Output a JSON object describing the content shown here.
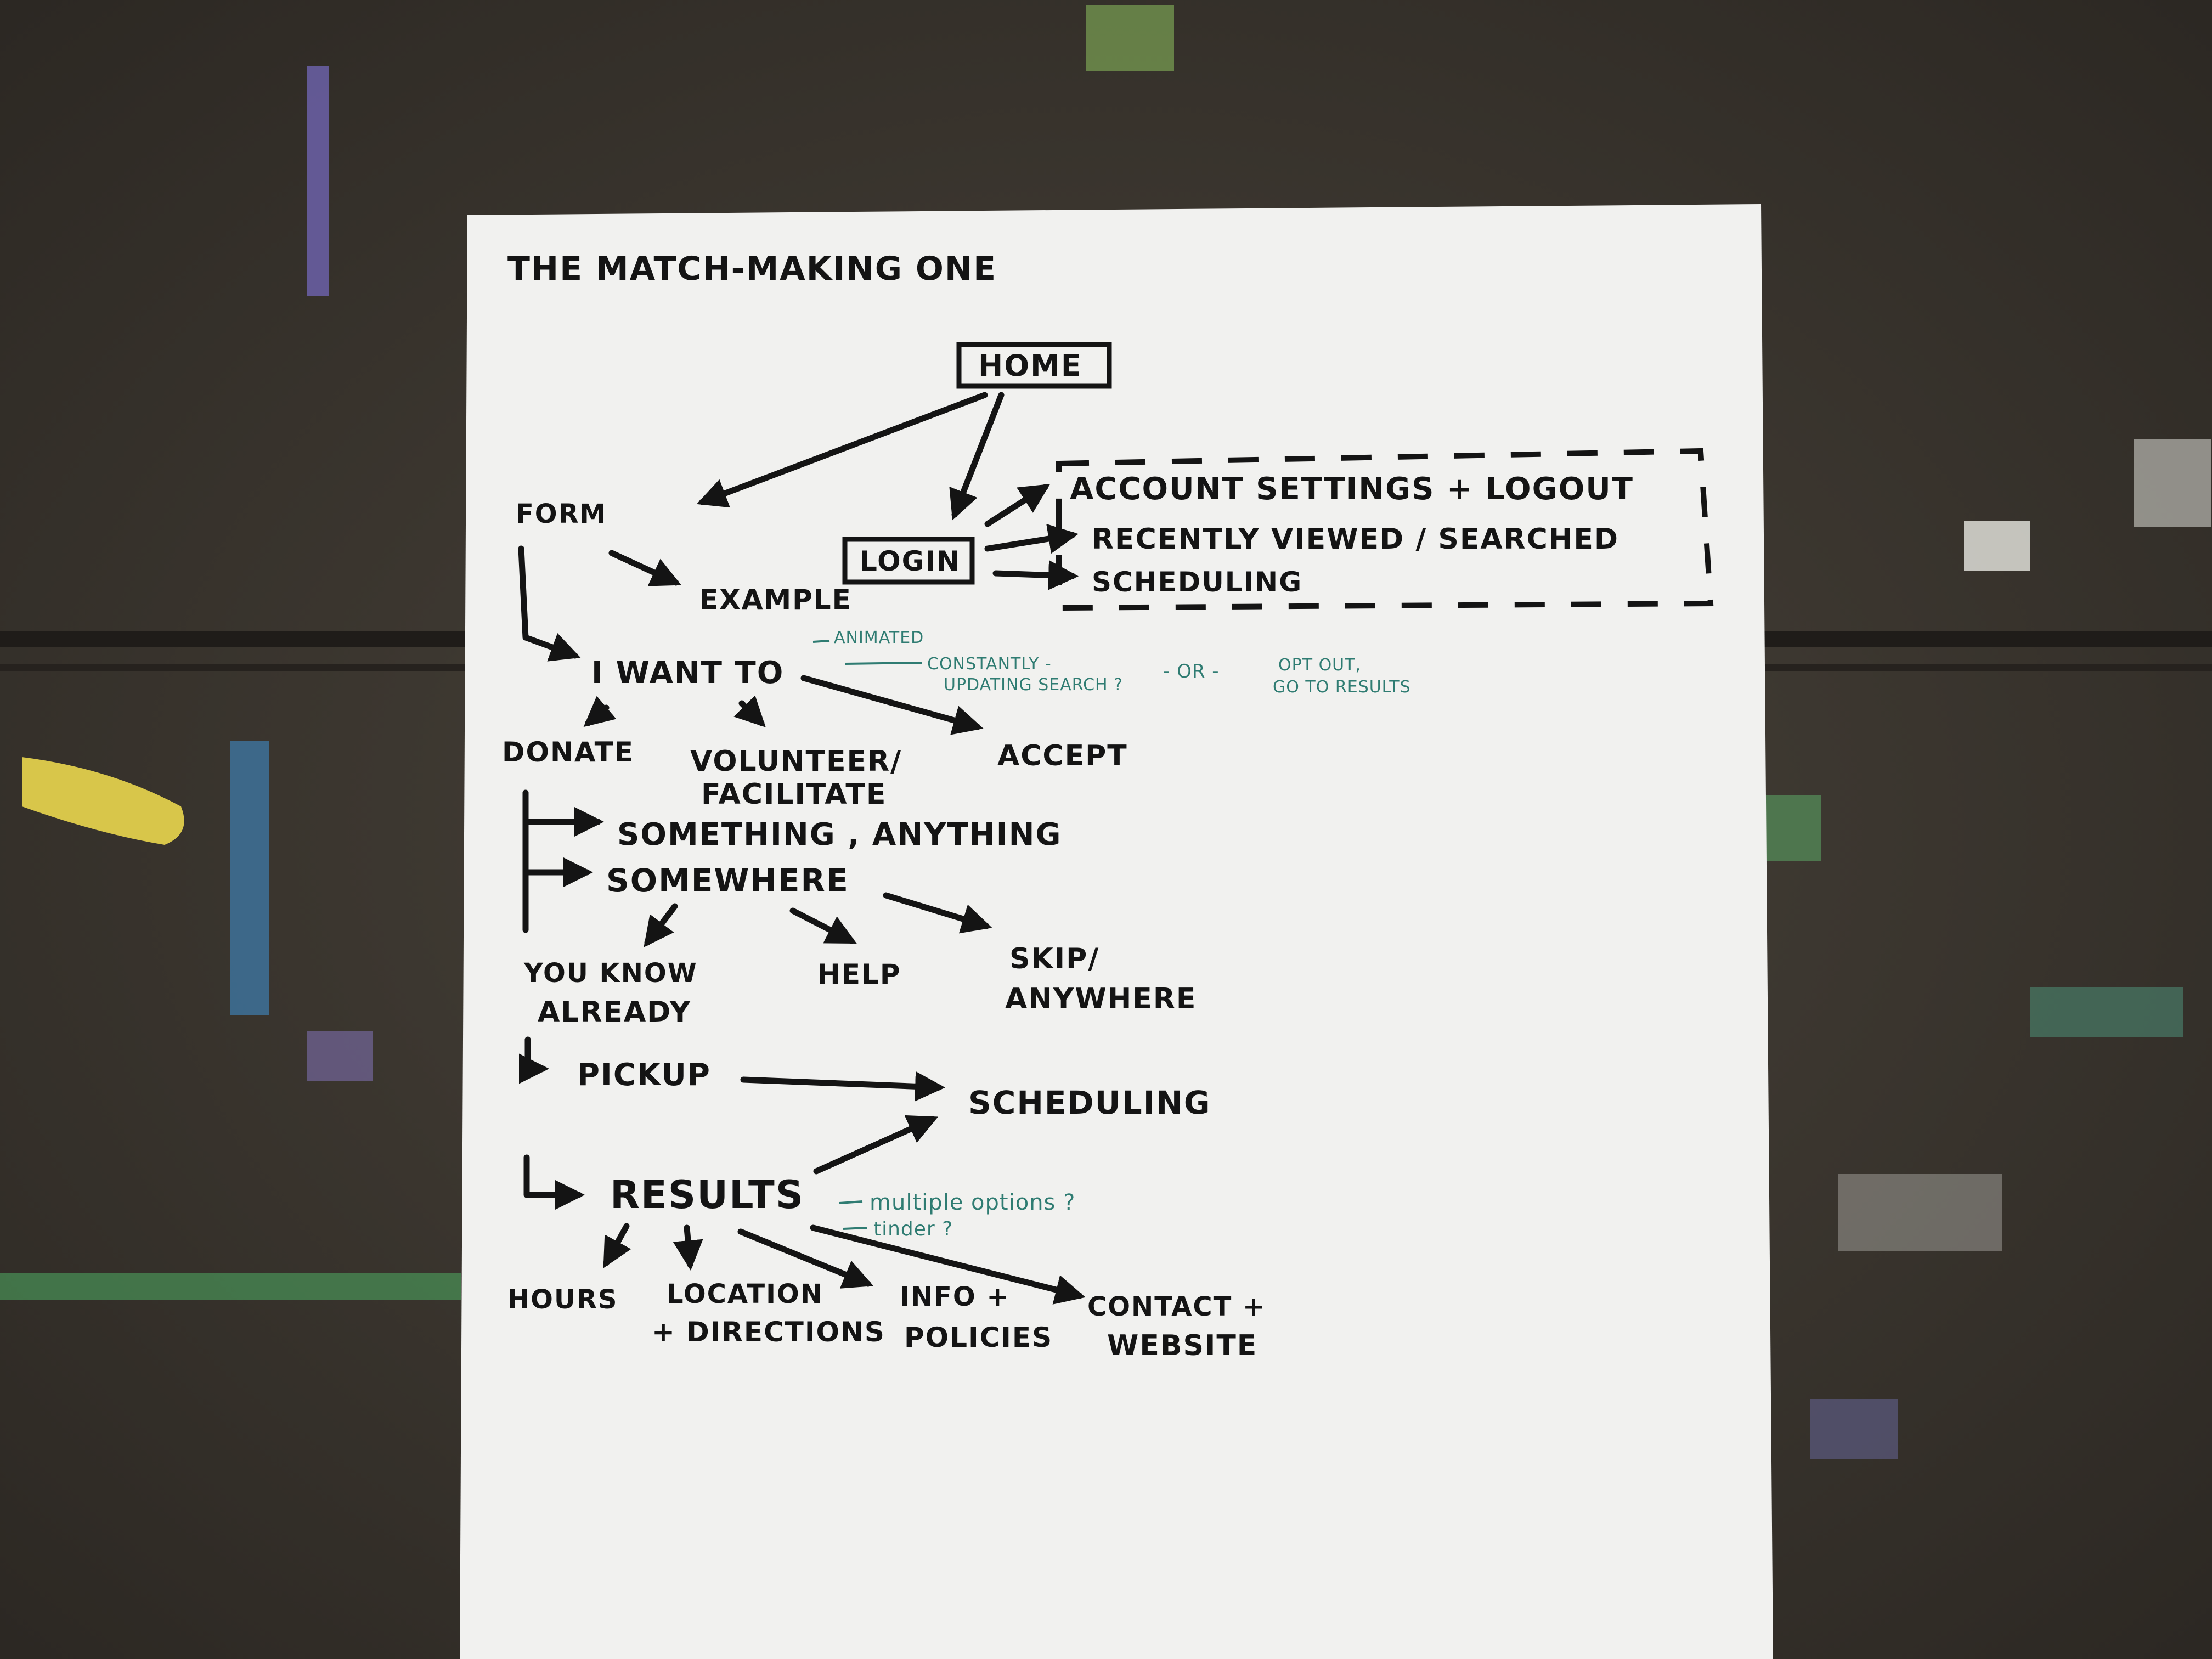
{
  "sheet": {
    "title": "THE MATCH-MAKING ONE",
    "nodes": {
      "home": "HOME",
      "form": "FORM",
      "example": "EXAMPLE",
      "login": "LOGIN",
      "account_settings": "ACCOUNT SETTINGS + LOGOUT",
      "recently_viewed": "RECENTLY VIEWED / SEARCHED",
      "scheduling_top": "SCHEDULING",
      "i_want_to": "I WANT TO",
      "donate": "DONATE",
      "volunteer": "VOLUNTEER/",
      "facilitate": "FACILITATE",
      "accept": "ACCEPT",
      "something": "SOMETHING , ANYTHING",
      "somewhere": "SOMEWHERE",
      "you_know_1": "YOU KNOW",
      "you_know_2": "ALREADY",
      "help": "HELP",
      "skip_1": "SKIP/",
      "skip_2": "ANYWHERE",
      "pickup": "PICKUP",
      "scheduling": "SCHEDULING",
      "results": "RESULTS",
      "hours": "HOURS",
      "location_1": "LOCATION",
      "location_2": "+ DIRECTIONS",
      "info_1": "INFO +",
      "info_2": "POLICIES",
      "contact_1": "CONTACT +",
      "contact_2": "WEBSITE"
    },
    "notes": {
      "animated": "ANIMATED",
      "constantly_1": "CONSTANTLY -",
      "constantly_2": "UPDATING SEARCH ?",
      "or": "- OR -",
      "opt_out_1": "OPT OUT,",
      "opt_out_2": "GO TO RESULTS",
      "multiple": "multiple options ?",
      "tinder": "tinder ?"
    }
  },
  "colors": {
    "ink": "#141414",
    "pen": "#2f7c72",
    "paper": "#f1f1ef",
    "table": "#3b3630"
  }
}
